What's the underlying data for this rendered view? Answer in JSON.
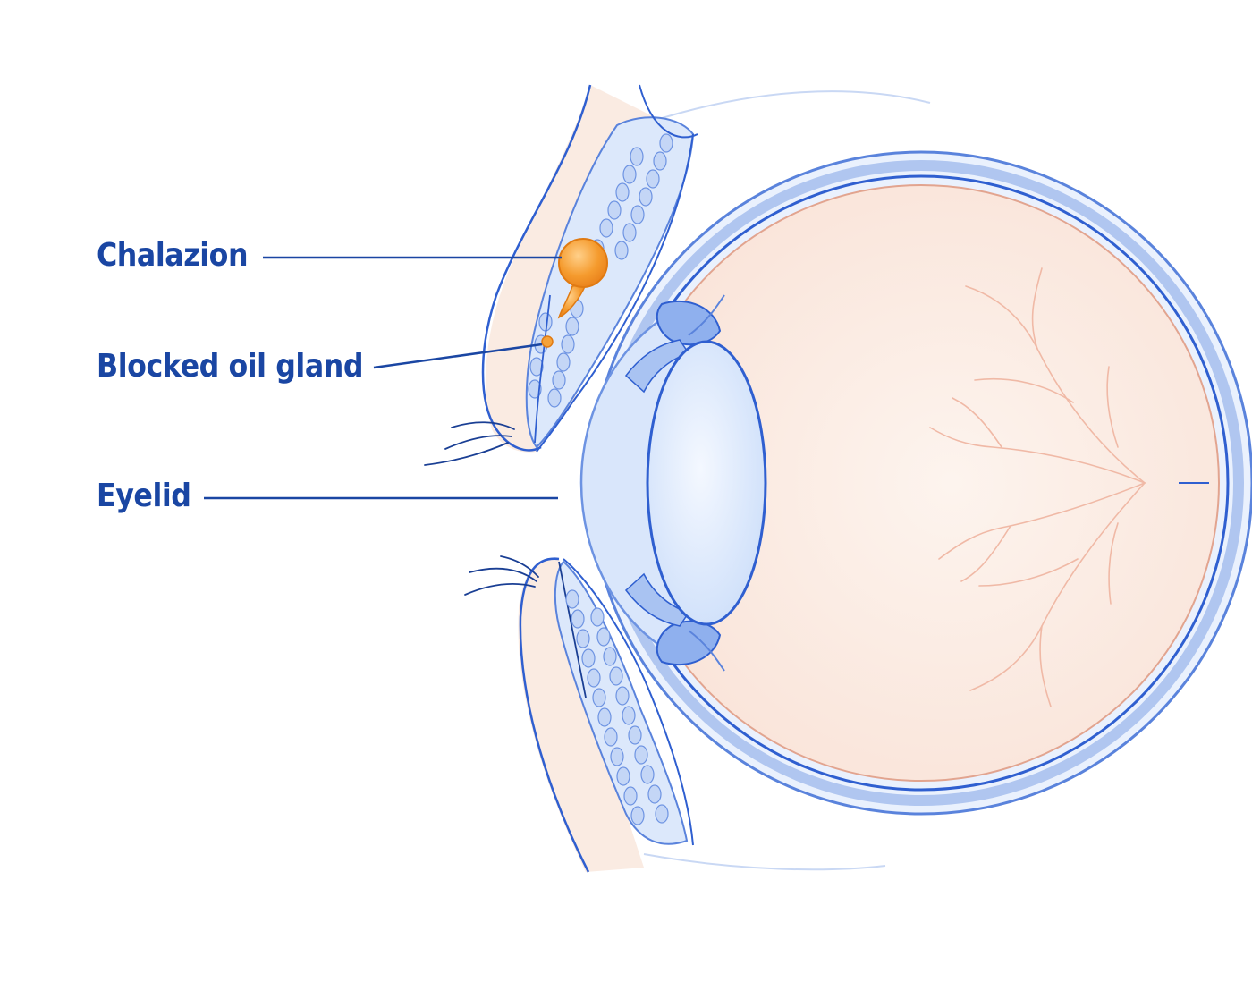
{
  "labels": {
    "chalazion": "Chalazion",
    "blocked_gland": "Blocked oil gland",
    "eyelid": "Eyelid"
  },
  "colors": {
    "label_text": "#1a46a3",
    "outline": "#2f5fd0",
    "outline_light": "#9bb7ee",
    "tissue_blue": "#dbe7fb",
    "skin": "#f7ddd0",
    "globe_fill": "#fcefe7",
    "retina_line": "#e2a48f",
    "vessel": "#f0b9a6",
    "chalazion": "#f39a2e",
    "lens": "#e4eefc"
  }
}
